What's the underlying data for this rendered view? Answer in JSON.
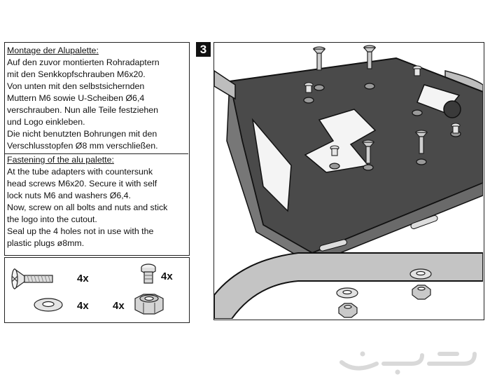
{
  "instructions": {
    "german_heading": "Montage der Alupalette:",
    "german_lines": [
      "Auf den zuvor montierten Rohradaptern",
      "mit den Senkkopfschrauben M6x20.",
      "Von unten mit den selbstsichernden",
      "Muttern M6 sowie U-Scheiben Ø6,4",
      "verschrauben. Nun alle Teile festziehen",
      "und Logo einkleben.",
      "Die nicht benutzten Bohrungen mit den",
      "Verschlusstopfen Ø8 mm verschließen."
    ],
    "english_heading": "Fastening of the alu palette:",
    "english_lines": [
      "At the tube adapters with countersunk",
      "head screws M6x20. Secure it with self",
      "lock nuts M6 and washers Ø6,4.",
      "Now, screw on all bolts and nuts and stick",
      "the logo into the cutout.",
      "Seal up the 4 holes not in use with the",
      "plastic plugs ø8mm."
    ]
  },
  "parts": [
    {
      "icon": "countersunk-screw-icon",
      "quantity": "4x"
    },
    {
      "icon": "plastic-plug-icon",
      "quantity": "4x"
    },
    {
      "icon": "washer-icon",
      "quantity": "4x"
    },
    {
      "icon": "lock-nut-icon",
      "quantity": "4x"
    }
  ],
  "step_number": "3",
  "watermark": {
    "icon": "haraj-logo-watermark",
    "text": "حراج"
  }
}
